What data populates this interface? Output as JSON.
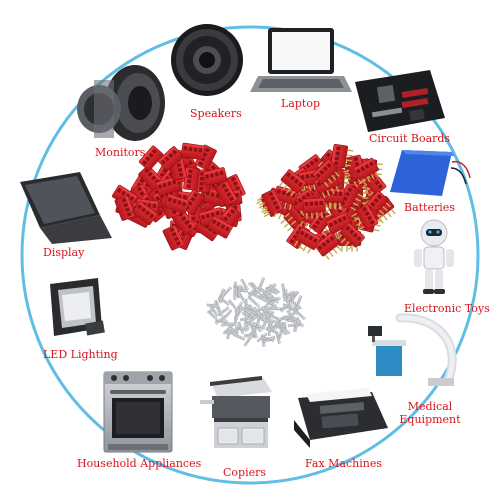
{
  "colors": {
    "ring": "#5fbde6",
    "label": "#d9141b",
    "connector": "#d8232a",
    "connector_dark": "#9e1217",
    "terminal": "#c9ccd1"
  },
  "applications": [
    {
      "label": "Speakers",
      "icon": "speaker-icon"
    },
    {
      "label": "Laptop",
      "icon": "laptop-icon"
    },
    {
      "label": "Monitors",
      "icon": "monitor-speaker-icon"
    },
    {
      "label": "Circuit Boards",
      "icon": "circuit-board-icon"
    },
    {
      "label": "Batteries",
      "icon": "battery-icon"
    },
    {
      "label": "Display",
      "icon": "display-icon"
    },
    {
      "label": "Electronic Toys",
      "icon": "robot-toy-icon"
    },
    {
      "label": "LED Lighting",
      "icon": "led-floodlight-icon"
    },
    {
      "label": "Medical",
      "label2": "Equipment",
      "icon": "medical-equipment-icon"
    },
    {
      "label": "Household Appliances",
      "icon": "oven-icon"
    },
    {
      "label": "Copiers",
      "icon": "copier-icon"
    },
    {
      "label": "Fax Machines",
      "icon": "fax-machine-icon"
    }
  ],
  "products": [
    {
      "name": "red-4pin-housings-left",
      "icon": "connector-housing-icon"
    },
    {
      "name": "red-4pin-housings-right",
      "icon": "connector-housing-with-pins-icon"
    },
    {
      "name": "crimp-terminals-pile",
      "icon": "crimp-terminal-icon"
    }
  ]
}
